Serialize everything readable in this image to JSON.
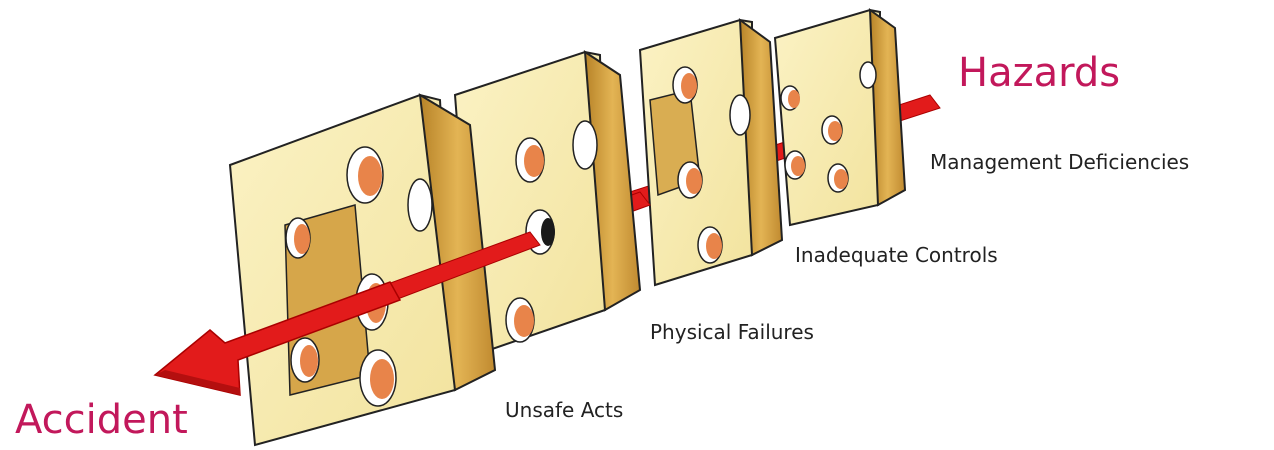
{
  "diagram": {
    "labels": {
      "hazards": "Hazards",
      "accident": "Accident",
      "management": "Management Deficiencies",
      "controls": "Inadequate Controls",
      "failures": "Physical Failures",
      "unsafe": "Unsafe Acts"
    },
    "colors": {
      "cheese_face": "#f7ecb4",
      "cheese_side": "#d7a645",
      "cheese_side_dark": "#b78328",
      "hole": "#e8844a",
      "outline": "#222222",
      "arrow": "#e21b1b",
      "label_accent": "#c2185b"
    }
  }
}
